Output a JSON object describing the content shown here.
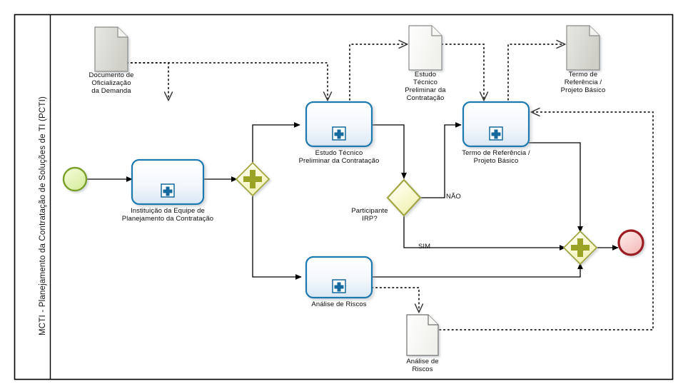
{
  "pool": {
    "title": "MCTI - Planejamento da Contratação de Soluções de TI (PCTI)"
  },
  "events": {
    "start": {
      "name": "start-event",
      "label": ""
    },
    "end": {
      "name": "end-event",
      "label": ""
    }
  },
  "tasks": [
    {
      "id": "t1",
      "label": "Instituição da Equipe de\nPlanejamento da Contratação",
      "type": "subprocess"
    },
    {
      "id": "t2",
      "label": "Estudo Técnico\nPreliminar da Contratação",
      "type": "subprocess"
    },
    {
      "id": "t3",
      "label": "Termo de Referência /\nProjeto Básico",
      "type": "subprocess"
    },
    {
      "id": "t4",
      "label": "Análise de Riscos",
      "type": "subprocess"
    }
  ],
  "gateways": [
    {
      "id": "g1",
      "kind": "parallel",
      "label": ""
    },
    {
      "id": "g2",
      "kind": "exclusive",
      "label": "Participante\nIRP?"
    },
    {
      "id": "g3",
      "kind": "parallel",
      "label": ""
    }
  ],
  "documents": [
    {
      "id": "d1",
      "label": "Documento de\nOficialização\nda Demanda",
      "fill": "gray"
    },
    {
      "id": "d2",
      "label": "Estudo\nTécnico\nPreliminar da\nContratação",
      "fill": "white"
    },
    {
      "id": "d3",
      "label": "Termo de\nReferência /\nProjeto Básico",
      "fill": "gray"
    },
    {
      "id": "d4",
      "label": "Análise de\nRiscos",
      "fill": "white"
    }
  ],
  "flow_labels": [
    {
      "id": "f_nao",
      "label": "NÃO"
    },
    {
      "id": "f_sim",
      "label": "SIM"
    }
  ],
  "colors": {
    "task_border": "#1f7ab0",
    "task_fill_top": "#ffffff",
    "task_fill_bottom": "#dce9f5",
    "gateway_border": "#a3a743",
    "gateway_fill": "#fbfbd6",
    "gateway_plus": "#9aa326",
    "start_border": "#7aa02a",
    "start_fill": "#e4f5b4",
    "end_border": "#9b1f20",
    "end_fill": "#f8cfcd",
    "doc_border": "#8a8a8a",
    "doc_fill_gray": "#dcdcd6",
    "doc_fill_white": "#fbfbfa",
    "marker_blue": "#17699e",
    "line": "#000000",
    "pool_border": "#000000"
  }
}
